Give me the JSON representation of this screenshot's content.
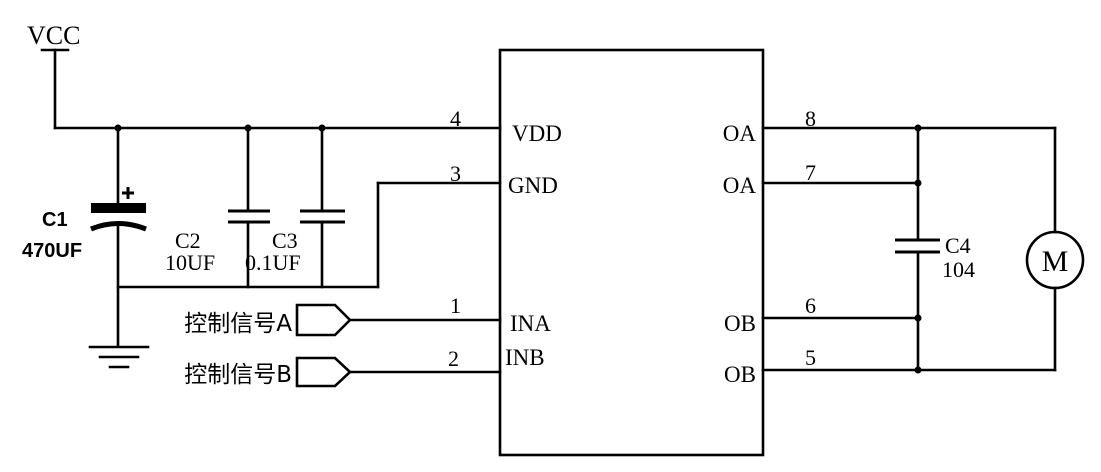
{
  "power": {
    "label": "VCC"
  },
  "ic": {
    "left_pins": [
      {
        "number": "4",
        "name": "VDD"
      },
      {
        "number": "3",
        "name": "GND"
      },
      {
        "number": "1",
        "name": "INA"
      },
      {
        "number": "2",
        "name": "INB"
      }
    ],
    "right_pins": [
      {
        "number": "8",
        "name": "OA"
      },
      {
        "number": "7",
        "name": "OA"
      },
      {
        "number": "6",
        "name": "OB"
      },
      {
        "number": "5",
        "name": "OB"
      }
    ]
  },
  "capacitors": [
    {
      "ref": "C1",
      "value": "470UF",
      "polarity_icon": "plus-icon"
    },
    {
      "ref": "C2",
      "value": "10UF"
    },
    {
      "ref": "C3",
      "value": "0.1UF"
    },
    {
      "ref": "C4",
      "value": "104"
    }
  ],
  "inputs": [
    {
      "label": "控制信号A"
    },
    {
      "label": "控制信号B"
    }
  ],
  "motor": {
    "label": "M"
  },
  "colors": {
    "stroke": "#000000",
    "background": "#ffffff"
  }
}
